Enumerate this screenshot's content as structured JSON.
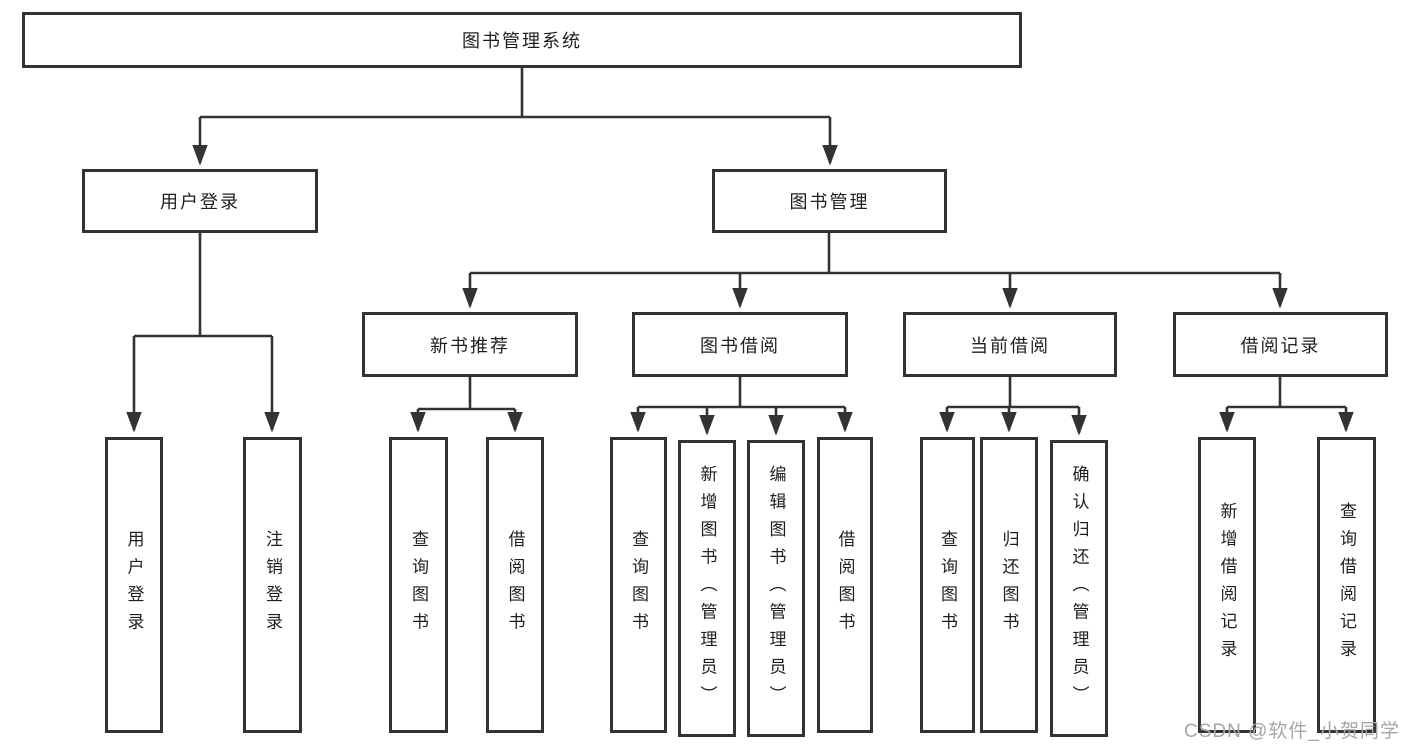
{
  "tree": {
    "label": "图书管理系统",
    "children": [
      {
        "label": "用户登录",
        "children": [
          {
            "label": "用户登录"
          },
          {
            "label": "注销登录"
          }
        ]
      },
      {
        "label": "图书管理",
        "children": [
          {
            "label": "新书推荐",
            "children": [
              {
                "label": "查询图书"
              },
              {
                "label": "借阅图书"
              }
            ]
          },
          {
            "label": "图书借阅",
            "children": [
              {
                "label": "查询图书"
              },
              {
                "label": "新增图书（管理员）"
              },
              {
                "label": "编辑图书（管理员）"
              },
              {
                "label": "借阅图书"
              }
            ]
          },
          {
            "label": "当前借阅",
            "children": [
              {
                "label": "查询图书"
              },
              {
                "label": "归还图书"
              },
              {
                "label": "确认归还（管理员）"
              }
            ]
          },
          {
            "label": "借阅记录",
            "children": [
              {
                "label": "新增借阅记录"
              },
              {
                "label": "查询借阅记录"
              }
            ]
          }
        ]
      }
    ]
  },
  "watermark": "CSDN @软件_小贺同学",
  "colors": {
    "line": "#333333",
    "text": "#1f1f1f",
    "watermark": "#a6a6a6",
    "background": "#ffffff"
  }
}
